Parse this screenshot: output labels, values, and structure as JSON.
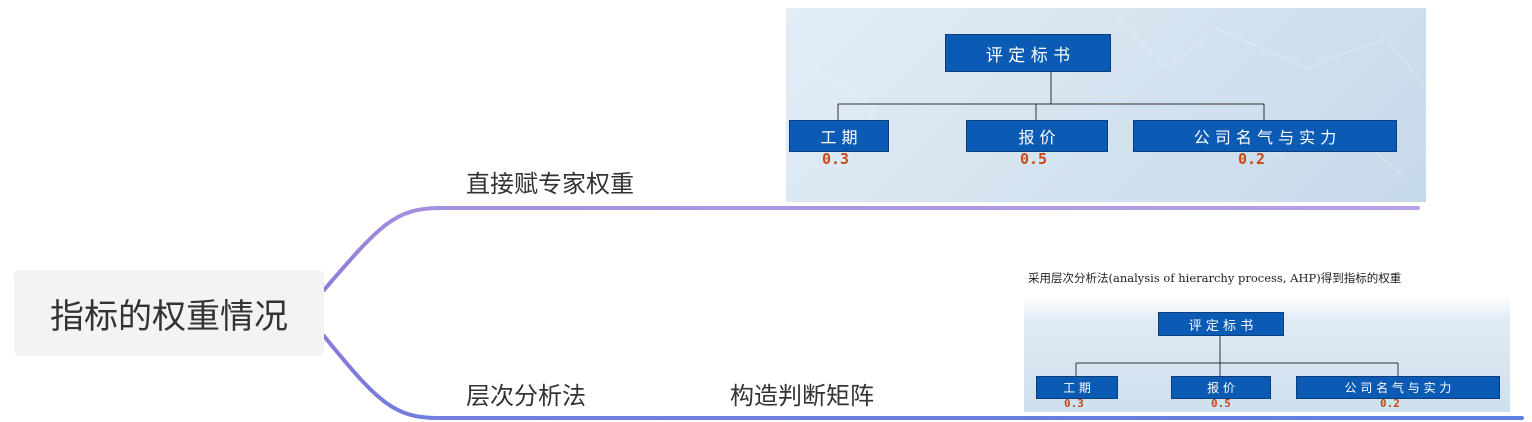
{
  "mindmap": {
    "root": "指标的权重情况",
    "branches": [
      {
        "label": "直接赋专家权重"
      },
      {
        "label": "层次分析法",
        "child": "构造判断矩阵"
      }
    ]
  },
  "image1": {
    "top_box": "评 定 标 书",
    "items": [
      {
        "label": "工 期",
        "weight": "0.3"
      },
      {
        "label": "报 价",
        "weight": "0.5"
      },
      {
        "label": "公 司 名 气 与 实 力",
        "weight": "0.2"
      }
    ]
  },
  "image2": {
    "caption": "采用层次分析法(analysis of hierarchy process, AHP)得到指标的权重",
    "top_box": "评 定 标 书",
    "items": [
      {
        "label": "工 期",
        "weight": "0.3"
      },
      {
        "label": "报 价",
        "weight": "0.5"
      },
      {
        "label": "公 司 名 气 与 实 力",
        "weight": "0.2"
      }
    ]
  },
  "colors": {
    "branch_top": "#a18ad8",
    "branch_bottom": "#6f86e0",
    "box_fill": "#0b5bb4",
    "weight_text": "#c8481a"
  }
}
